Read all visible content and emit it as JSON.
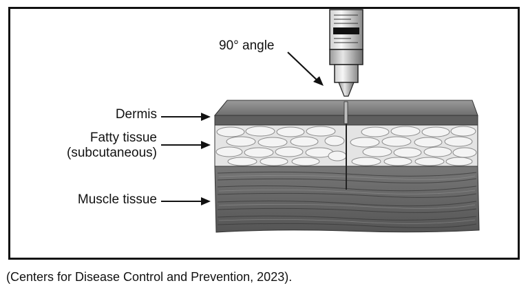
{
  "labels": {
    "angle": "90° angle",
    "dermis": "Dermis",
    "fatty_line1": "Fatty tissue",
    "fatty_line2": "(subcutaneous)",
    "muscle": "Muscle tissue"
  },
  "caption": "(Centers for Disease Control and Prevention, 2023).",
  "icons": {
    "syringe": "syringe-icon",
    "needle": "needle-icon"
  },
  "colors": {
    "frame": "#111111",
    "dermis": "#7c7c7c",
    "fat": "#e2e2e2",
    "muscle": "#6a6a6a",
    "text": "#111111"
  }
}
